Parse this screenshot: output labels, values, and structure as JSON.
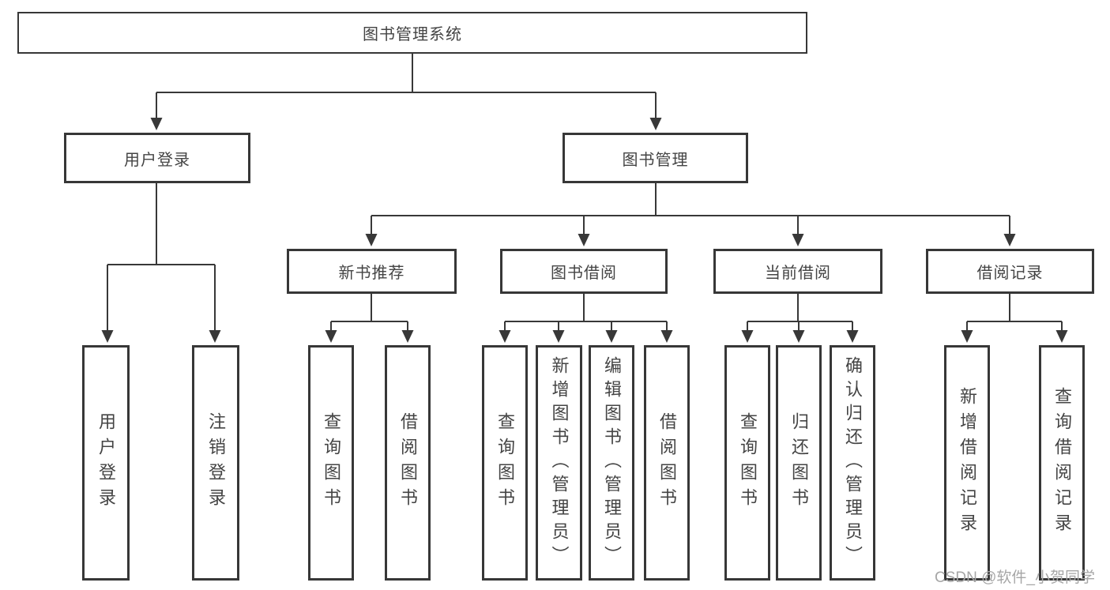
{
  "diagram": {
    "root": {
      "label": "图书管理系统"
    },
    "branches": [
      {
        "label": "用户登录",
        "children": [
          {
            "label": "用户登录"
          },
          {
            "label": "注销登录"
          }
        ]
      },
      {
        "label": "图书管理",
        "children": [
          {
            "label": "新书推荐",
            "children": [
              {
                "label": "查询图书"
              },
              {
                "label": "借阅图书"
              }
            ]
          },
          {
            "label": "图书借阅",
            "children": [
              {
                "label": "查询图书"
              },
              {
                "label": "新增图书（管理员）"
              },
              {
                "label": "编辑图书（管理员）"
              },
              {
                "label": "借阅图书"
              }
            ]
          },
          {
            "label": "当前借阅",
            "children": [
              {
                "label": "查询图书"
              },
              {
                "label": "归还图书"
              },
              {
                "label": "确认归还（管理员）"
              }
            ]
          },
          {
            "label": "借阅记录",
            "children": [
              {
                "label": "新增借阅记录"
              },
              {
                "label": "查询借阅记录"
              }
            ]
          }
        ]
      }
    ]
  },
  "watermark": {
    "text": "CSDN @软件_小贺同学"
  },
  "colors": {
    "line": "#383838",
    "box_border": "#373737",
    "text": "#444444",
    "watermark": "#a6a6a6",
    "background": "#ffffff"
  }
}
